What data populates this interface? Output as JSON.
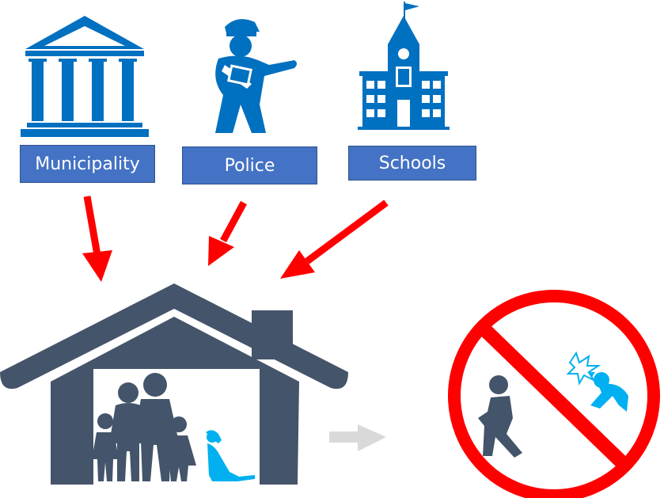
{
  "labels": {
    "municipality": "Municipality",
    "police": "Police",
    "schools": "Schools"
  },
  "colors": {
    "icon_blue": "#0070c0",
    "label_blue": "#4472c4",
    "arrow_red": "#ff0000",
    "house_slate": "#44546a",
    "dog_cyan": "#00b0f0",
    "gray_arrow": "#d9d9d9",
    "prohibition_red": "#ff0000"
  },
  "icons": {
    "municipality": "government-building-icon",
    "police": "police-officer-icon",
    "schools": "school-building-icon",
    "family": "family-icon",
    "dog": "dog-icon",
    "prohibition": "prohibition-sign-icon",
    "person": "person-walking-icon",
    "barking_dog": "barking-dog-icon"
  }
}
